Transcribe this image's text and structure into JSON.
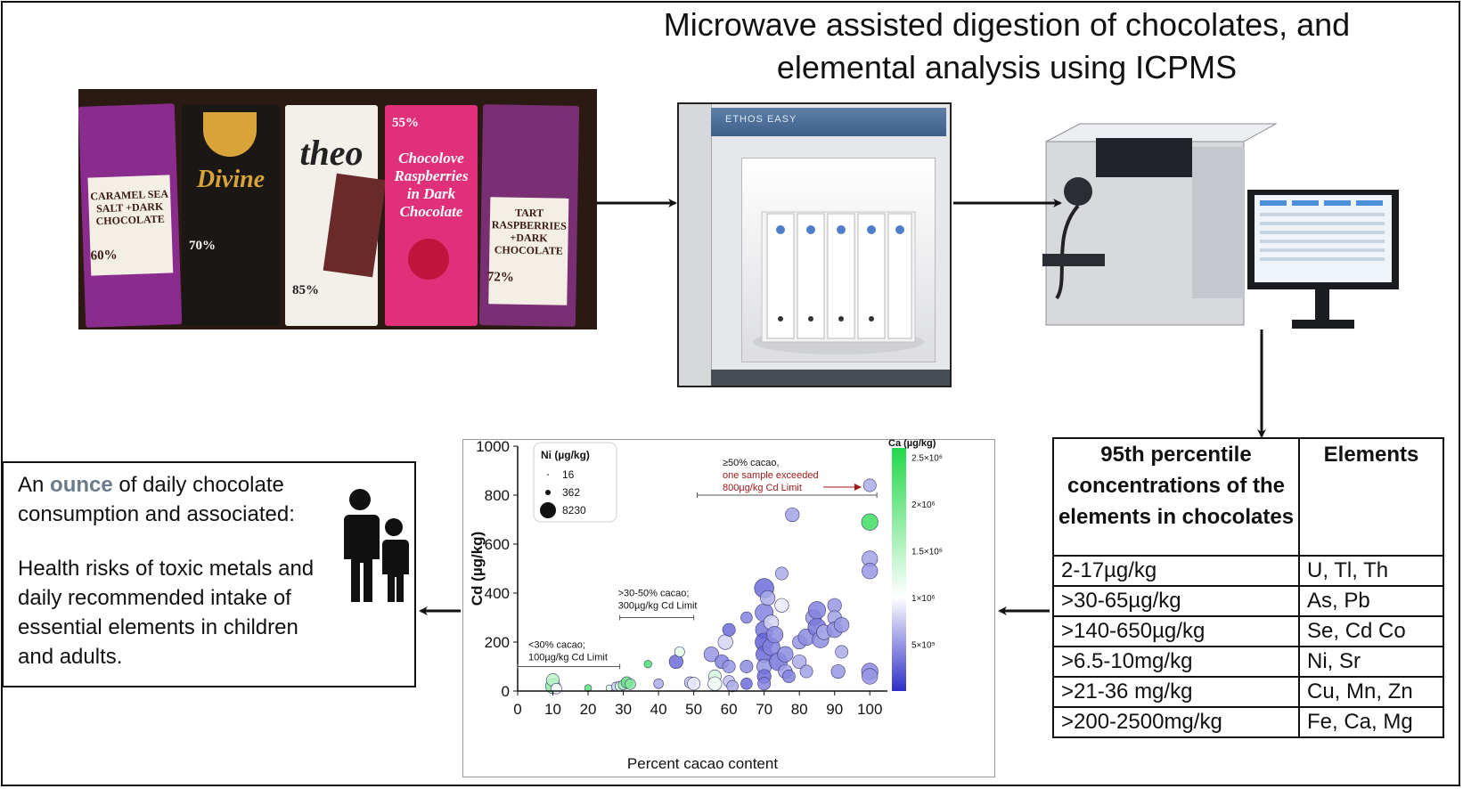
{
  "title": {
    "line1": "Microwave assisted digestion of chocolates, and",
    "line2": "elemental analysis using ICPMS"
  },
  "photo": {
    "bars": [
      {
        "label": "CARAMEL SEA SALT +DARK CHOCOLATE",
        "pct": "60%",
        "color": "#8a2c8e"
      },
      {
        "label": "Divine",
        "pct": "70%",
        "color": "#1b1715"
      },
      {
        "label": "theo",
        "pct": "85%",
        "color": "#f3f0ea"
      },
      {
        "label": "Chocolove Raspberries in Dark Chocolate",
        "pct": "55%",
        "color": "#e0307a"
      },
      {
        "label": "TART RASPBERRIES +DARK CHOCOLATE",
        "pct": "72%",
        "color": "#7a2e74"
      }
    ]
  },
  "microwave": {
    "brand": "ETHOS EASY"
  },
  "table": {
    "header_conc": "95th percentile concentrations of the elements in chocolates",
    "header_elements": "Elements",
    "rows": [
      {
        "conc": "2-17µg/kg",
        "elements": "U, Tl, Th"
      },
      {
        "conc": ">30-65µg/kg",
        "elements": "As, Pb"
      },
      {
        "conc": ">140-650µg/kg",
        "elements": "Se, Cd Co"
      },
      {
        "conc": ">6.5-10mg/kg",
        "elements": "Ni, Sr"
      },
      {
        "conc": ">21-36 mg/kg",
        "elements": "Cu, Mn, Zn"
      },
      {
        "conc": ">200-2500mg/kg",
        "elements": "Fe, Ca, Mg"
      }
    ]
  },
  "textbox": {
    "p1_pre": "An ",
    "p1_hl": "ounce",
    "p1_post": " of daily chocolate consumption and associated:",
    "p2": "Health risks of toxic metals and daily recommended intake of essential elements in children and adults."
  },
  "colors": {
    "low": "#2e2ec8",
    "mid": "#ffffff",
    "high": "#22d84a"
  },
  "chart_data": {
    "type": "scatter",
    "xlabel": "Percent cacao content",
    "ylabel": "Cd (µg/kg)",
    "xlim": [
      0,
      105
    ],
    "ylim": [
      0,
      1000
    ],
    "xticks": [
      0,
      10,
      20,
      30,
      40,
      50,
      60,
      70,
      80,
      90,
      100
    ],
    "yticks": [
      0,
      200,
      400,
      600,
      800,
      1000
    ],
    "size_legend": {
      "title": "Ni (µg/kg)",
      "values": [
        "16",
        "362",
        "8230"
      ]
    },
    "color_legend": {
      "title": "Ca (µg/kg)",
      "range": [
        0,
        2600000
      ],
      "ticks": [
        {
          "value": 500000,
          "label": "5×10⁵"
        },
        {
          "value": 1000000,
          "label": "1×10⁶"
        },
        {
          "value": 1500000,
          "label": "1.5×10⁶"
        },
        {
          "value": 2000000,
          "label": "2×10⁶"
        },
        {
          "value": 2500000,
          "label": "2.5×10⁶"
        }
      ]
    },
    "annotations": [
      {
        "line1": "<30% cacao;",
        "line2": "100µg/kg Cd Limit",
        "x1": 0,
        "x2": 29,
        "y": 100
      },
      {
        "line1": ">30-50% cacao;",
        "line2": "300µg/kg Cd Limit",
        "x1": 29,
        "x2": 50,
        "y": 300
      },
      {
        "line1": "≥50% cacao,",
        "line2": "one sample exceeded",
        "line3": "800µg/kg Cd Limit",
        "x1": 51,
        "x2": 102,
        "y": 800
      }
    ],
    "points": [
      {
        "x": 10,
        "y": 20,
        "ni": 3000,
        "ca": 1800000
      },
      {
        "x": 10,
        "y": 45,
        "ni": 2000,
        "ca": 1500000
      },
      {
        "x": 11,
        "y": 10,
        "ni": 1200,
        "ca": 1000000
      },
      {
        "x": 20,
        "y": 12,
        "ni": 300,
        "ca": 2200000
      },
      {
        "x": 26,
        "y": 12,
        "ni": 200,
        "ca": 1200000
      },
      {
        "x": 28,
        "y": 18,
        "ni": 800,
        "ca": 800000
      },
      {
        "x": 29,
        "y": 20,
        "ni": 900,
        "ca": 1400000
      },
      {
        "x": 30,
        "y": 25,
        "ni": 1000,
        "ca": 1600000
      },
      {
        "x": 31,
        "y": 35,
        "ni": 1500,
        "ca": 2100000
      },
      {
        "x": 32,
        "y": 28,
        "ni": 1200,
        "ca": 1900000
      },
      {
        "x": 37,
        "y": 110,
        "ni": 400,
        "ca": 2300000
      },
      {
        "x": 40,
        "y": 30,
        "ni": 900,
        "ca": 600000
      },
      {
        "x": 45,
        "y": 120,
        "ni": 2500,
        "ca": 300000
      },
      {
        "x": 46,
        "y": 160,
        "ni": 1000,
        "ca": 1200000
      },
      {
        "x": 49,
        "y": 35,
        "ni": 1500,
        "ca": 700000
      },
      {
        "x": 50,
        "y": 30,
        "ni": 2000,
        "ca": 900000
      },
      {
        "x": 55,
        "y": 150,
        "ni": 3000,
        "ca": 500000
      },
      {
        "x": 56,
        "y": 60,
        "ni": 2000,
        "ca": 1300000
      },
      {
        "x": 56,
        "y": 30,
        "ni": 2500,
        "ca": 1100000
      },
      {
        "x": 58,
        "y": 120,
        "ni": 2500,
        "ca": 400000
      },
      {
        "x": 59,
        "y": 200,
        "ni": 3000,
        "ca": 800000
      },
      {
        "x": 60,
        "y": 250,
        "ni": 2000,
        "ca": 300000
      },
      {
        "x": 60,
        "y": 100,
        "ni": 2000,
        "ca": 500000
      },
      {
        "x": 60,
        "y": 40,
        "ni": 1500,
        "ca": 700000
      },
      {
        "x": 61,
        "y": 20,
        "ni": 1500,
        "ca": 600000
      },
      {
        "x": 65,
        "y": 300,
        "ni": 1500,
        "ca": 400000
      },
      {
        "x": 65,
        "y": 100,
        "ni": 2000,
        "ca": 450000
      },
      {
        "x": 65,
        "y": 30,
        "ni": 1500,
        "ca": 300000
      },
      {
        "x": 70,
        "y": 420,
        "ni": 6000,
        "ca": 300000
      },
      {
        "x": 70,
        "y": 320,
        "ni": 5000,
        "ca": 400000
      },
      {
        "x": 70,
        "y": 250,
        "ni": 4500,
        "ca": 350000
      },
      {
        "x": 70,
        "y": 200,
        "ni": 5000,
        "ca": 250000
      },
      {
        "x": 70,
        "y": 150,
        "ni": 4000,
        "ca": 300000
      },
      {
        "x": 70,
        "y": 100,
        "ni": 3000,
        "ca": 500000
      },
      {
        "x": 70,
        "y": 60,
        "ni": 2500,
        "ca": 300000
      },
      {
        "x": 70,
        "y": 30,
        "ni": 2000,
        "ca": 400000
      },
      {
        "x": 71,
        "y": 380,
        "ni": 3000,
        "ca": 600000
      },
      {
        "x": 72,
        "y": 180,
        "ni": 4500,
        "ca": 400000
      },
      {
        "x": 72,
        "y": 280,
        "ni": 3000,
        "ca": 800000
      },
      {
        "x": 73,
        "y": 230,
        "ni": 4000,
        "ca": 450000
      },
      {
        "x": 74,
        "y": 120,
        "ni": 5000,
        "ca": 350000
      },
      {
        "x": 75,
        "y": 480,
        "ni": 2000,
        "ca": 600000
      },
      {
        "x": 75,
        "y": 350,
        "ni": 2500,
        "ca": 900000
      },
      {
        "x": 76,
        "y": 150,
        "ni": 3500,
        "ca": 450000
      },
      {
        "x": 76,
        "y": 80,
        "ni": 2500,
        "ca": 550000
      },
      {
        "x": 77,
        "y": 60,
        "ni": 2000,
        "ca": 400000
      },
      {
        "x": 78,
        "y": 720,
        "ni": 2500,
        "ca": 550000
      },
      {
        "x": 80,
        "y": 200,
        "ni": 2500,
        "ca": 500000
      },
      {
        "x": 80,
        "y": 120,
        "ni": 2500,
        "ca": 600000
      },
      {
        "x": 82,
        "y": 80,
        "ni": 2000,
        "ca": 550000
      },
      {
        "x": 82,
        "y": 220,
        "ni": 4000,
        "ca": 450000
      },
      {
        "x": 84,
        "y": 300,
        "ni": 3500,
        "ca": 500000
      },
      {
        "x": 85,
        "y": 330,
        "ni": 4500,
        "ca": 400000
      },
      {
        "x": 85,
        "y": 260,
        "ni": 5000,
        "ca": 350000
      },
      {
        "x": 86,
        "y": 210,
        "ni": 4000,
        "ca": 450000
      },
      {
        "x": 87,
        "y": 240,
        "ni": 3000,
        "ca": 600000
      },
      {
        "x": 90,
        "y": 350,
        "ni": 2500,
        "ca": 500000
      },
      {
        "x": 90,
        "y": 300,
        "ni": 2500,
        "ca": 550000
      },
      {
        "x": 90,
        "y": 250,
        "ni": 3500,
        "ca": 450000
      },
      {
        "x": 91,
        "y": 80,
        "ni": 2500,
        "ca": 500000
      },
      {
        "x": 92,
        "y": 160,
        "ni": 2000,
        "ca": 600000
      },
      {
        "x": 92,
        "y": 270,
        "ni": 3000,
        "ca": 500000
      },
      {
        "x": 100,
        "y": 840,
        "ni": 2000,
        "ca": 600000
      },
      {
        "x": 100,
        "y": 690,
        "ni": 4000,
        "ca": 2400000
      },
      {
        "x": 100,
        "y": 540,
        "ni": 3500,
        "ca": 550000
      },
      {
        "x": 100,
        "y": 490,
        "ni": 3500,
        "ca": 500000
      },
      {
        "x": 100,
        "y": 80,
        "ni": 4000,
        "ca": 450000
      },
      {
        "x": 100,
        "y": 60,
        "ni": 3500,
        "ca": 500000
      }
    ]
  }
}
